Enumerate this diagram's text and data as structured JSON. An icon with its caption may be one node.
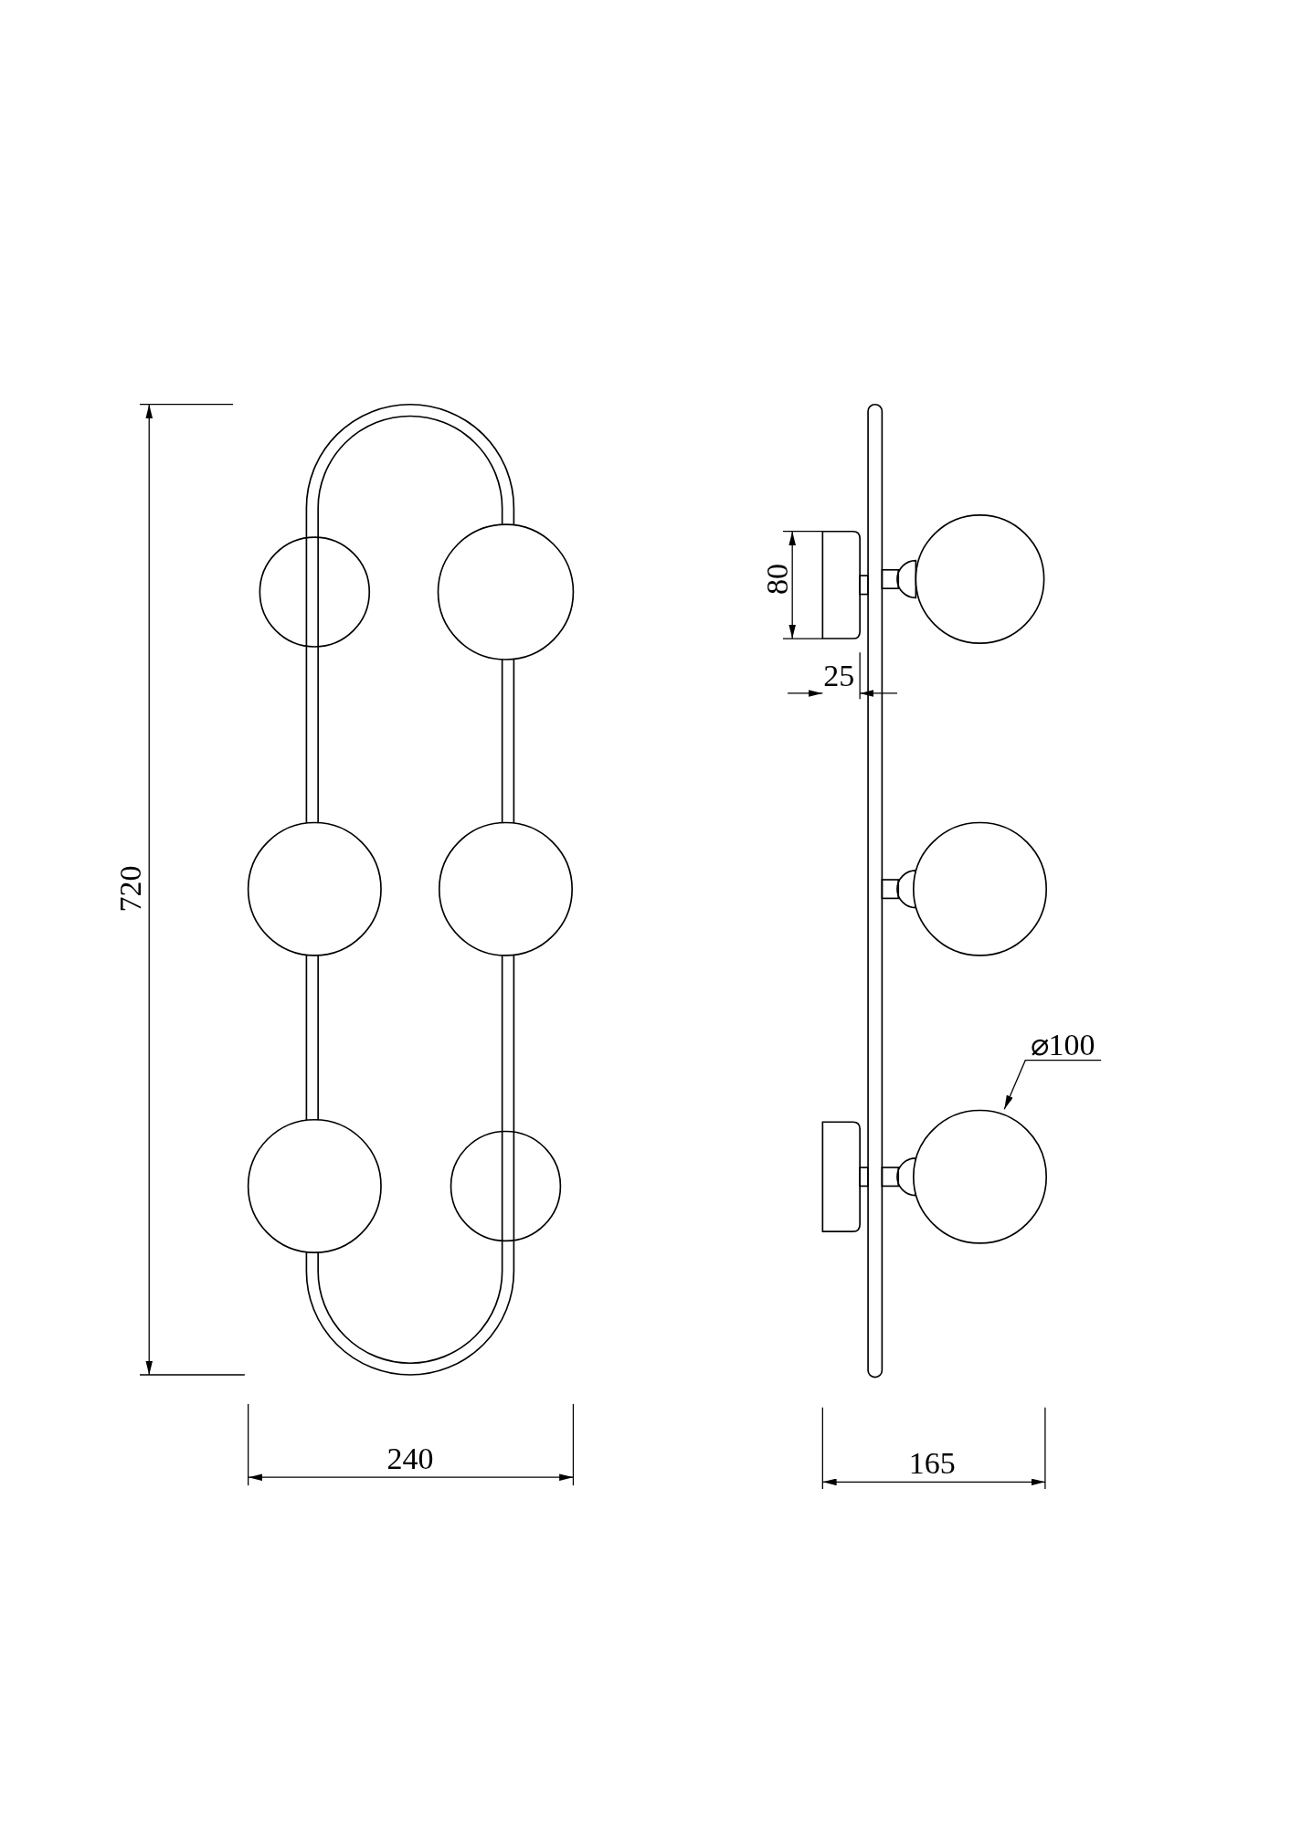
{
  "diagram": {
    "nodes": [
      {
        "text": [
          "⌀100"
        ]
      },
      {
        "text": [],
        "shape": "circle"
      }
    ],
    "edges": [
      {
        "from": 0,
        "to": 1,
        "arrow": "to"
      }
    ],
    "labels": [
      "80",
      "25",
      "720",
      "240",
      "165"
    ]
  }
}
